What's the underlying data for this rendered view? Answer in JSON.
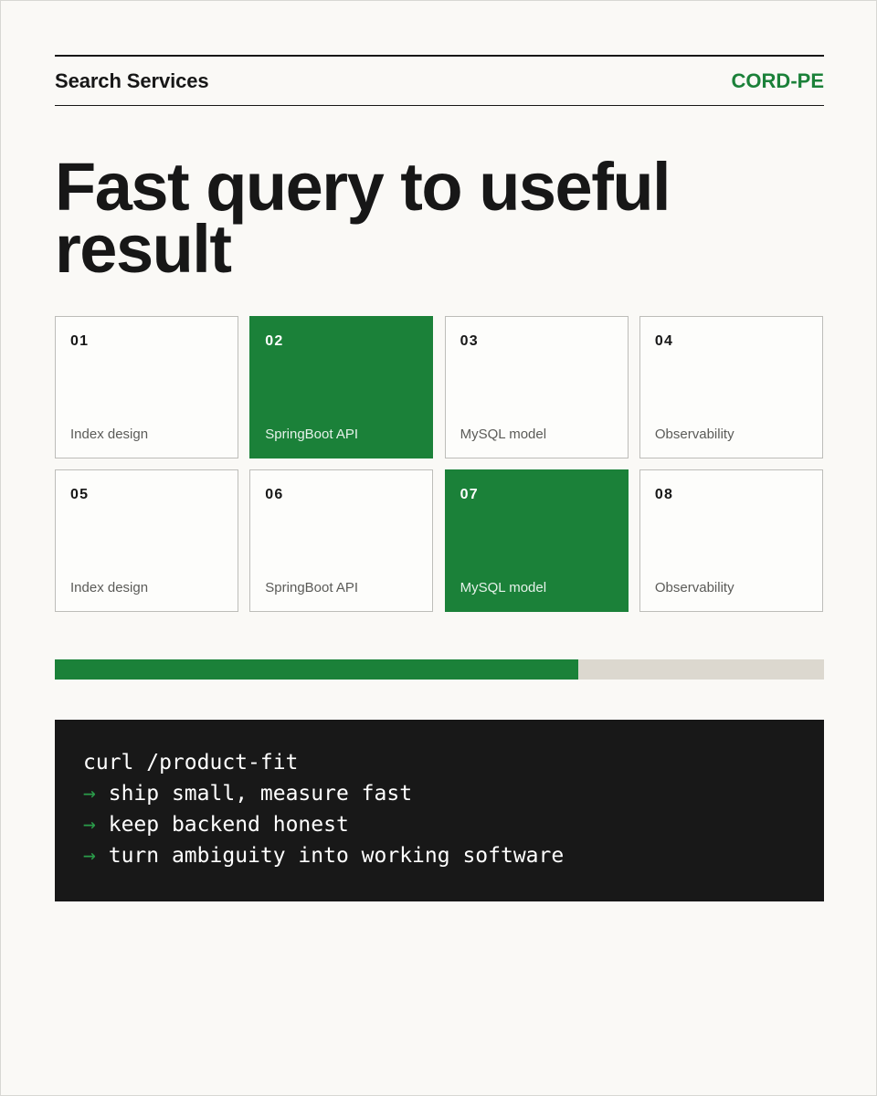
{
  "header": {
    "brand": "Search Services",
    "code": "CORD-PE"
  },
  "hero": {
    "title": "Fast query to useful result"
  },
  "tiles": [
    {
      "number": "01",
      "label": "Index design",
      "active": false
    },
    {
      "number": "02",
      "label": "SpringBoot API",
      "active": true
    },
    {
      "number": "03",
      "label": "MySQL model",
      "active": false
    },
    {
      "number": "04",
      "label": "Observability",
      "active": false
    },
    {
      "number": "05",
      "label": "Index design",
      "active": false
    },
    {
      "number": "06",
      "label": "SpringBoot API",
      "active": false
    },
    {
      "number": "07",
      "label": "MySQL model",
      "active": true
    },
    {
      "number": "08",
      "label": "Observability",
      "active": false
    }
  ],
  "progress": {
    "percent": 68
  },
  "terminal": {
    "command": "curl /product-fit",
    "arrow_icon": "→",
    "lines": [
      "ship small, measure fast",
      "keep backend honest",
      "turn ambiguity into working software"
    ]
  },
  "colors": {
    "accent": "#1b8139",
    "terminal_bg": "#181818",
    "page_bg": "#faf9f6",
    "progress_track": "#dcd8cf"
  }
}
